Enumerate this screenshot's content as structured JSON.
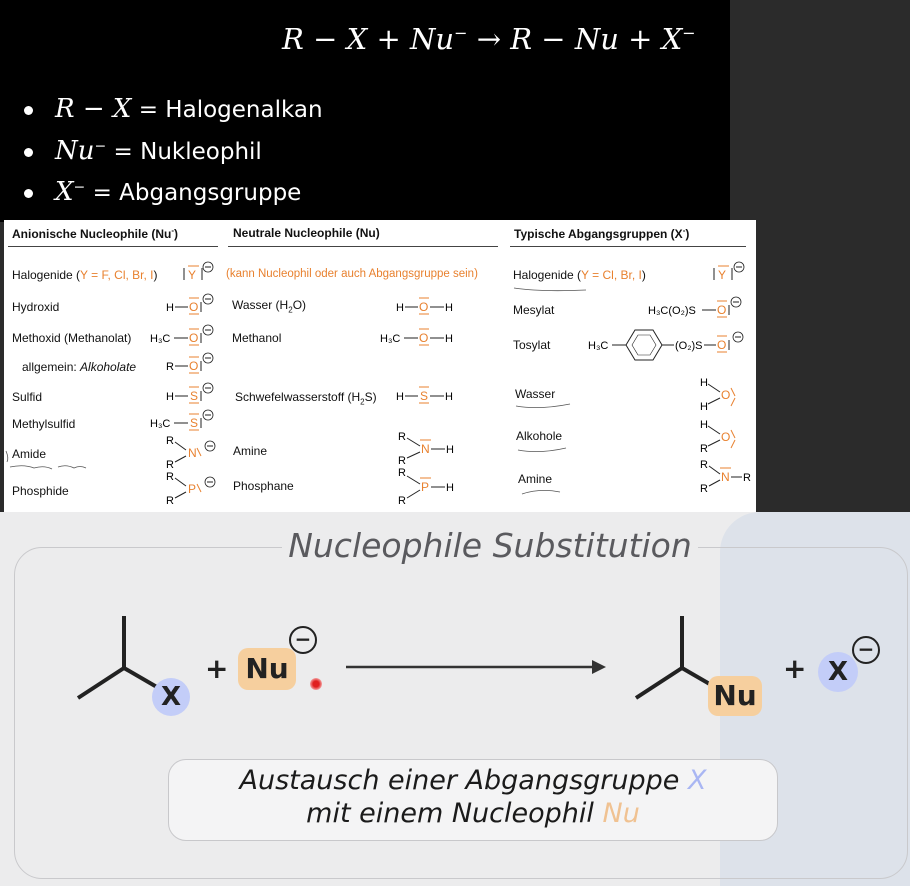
{
  "equation": {
    "lhs_r": "R",
    "minus1": "−",
    "lhs_x": "X",
    "plus1": "+",
    "nu": "Nu",
    "nu_sup": "−",
    "arrow": "→",
    "rhs_r": "R",
    "minus2": "−",
    "rhs_nu": "Nu",
    "plus2": "+",
    "rhs_x": "X",
    "rhs_x_sup": "−"
  },
  "bullets": [
    {
      "symbol": "R − X",
      "sup": "",
      "text": "= Halogenalkan"
    },
    {
      "symbol": "Nu",
      "sup": "−",
      "text": "= Nukleophil"
    },
    {
      "symbol": "X",
      "sup": "−",
      "text": "= Abgangsgruppe"
    }
  ],
  "table": {
    "col1": {
      "header": "Anionische Nucleophile (Nu",
      "header_sup": "-",
      "header_end": ")",
      "rows": [
        {
          "label": "Halogenide (",
          "orange": "Y = F, Cl, Br, I",
          "end": ")"
        },
        {
          "label": "Hydroxid"
        },
        {
          "label": "Methoxid (Methanolat)"
        },
        {
          "label": "allgemein: ",
          "italic": "Alkoholate"
        },
        {
          "label": "Sulfid"
        },
        {
          "label": "Methylsulfid"
        },
        {
          "label": "Amide"
        },
        {
          "label": "Phosphide"
        }
      ],
      "structs": [
        "Y",
        "H—O",
        "H₃C—O",
        "R—O",
        "H—S",
        "H₃C—S",
        "R₂N",
        "R₂P"
      ]
    },
    "col2": {
      "header": "Neutrale Nucleophile (Nu)",
      "note": "(kann Nucleophil oder auch Abgangsgruppe sein)",
      "rows": [
        {
          "label": "Wasser (H",
          "sub": "2",
          "end": "O)"
        },
        {
          "label": "Methanol"
        },
        {
          "label": "Schwefelwasserstoff (H",
          "sub": "2",
          "end": "S)"
        },
        {
          "label": "Amine"
        },
        {
          "label": "Phosphane"
        }
      ],
      "structs": [
        "H—O—H",
        "H₃C—O—H",
        "H—S—H",
        "R₂N—H",
        "R₂P—H"
      ]
    },
    "col3": {
      "header": "Typische Abgangsgruppen (X",
      "header_sup": "-",
      "header_end": ")",
      "rows": [
        {
          "label": "Halogenide (",
          "orange": "Y = Cl, Br, I",
          "end": ")"
        },
        {
          "label": "Mesylat"
        },
        {
          "label": "Tosylat"
        },
        {
          "label": "Wasser"
        },
        {
          "label": "Alkohole"
        },
        {
          "label": "Amine"
        }
      ],
      "structs": [
        "Y",
        "H₃C(O₂)S—O",
        "H₃C—C₆H₄—(O₂)S—O",
        "H₂O",
        "RHO",
        "R₃N"
      ]
    },
    "atoms": {
      "y": "Y",
      "o": "O",
      "s": "S",
      "n": "N",
      "p": "P",
      "h": "H",
      "r": "R",
      "h3c": "H₃C",
      "mesyl": "H₃C(O₂)S",
      "tosyl": "(O₂)S",
      "minus": "⊖"
    }
  },
  "scheme": {
    "title": "Nucleophile Substitution",
    "x_label": "X",
    "nu_label": "Nu",
    "plus": "+",
    "charge": "−",
    "caption_line1_a": "Austausch einer Abgangsgruppe ",
    "caption_line1_b": "X",
    "caption_line2_a": "mit einem Nucleophil ",
    "caption_line2_b": "Nu"
  },
  "colors": {
    "accent_orange": "#e8812f",
    "nu_badge": "#f6cf9e",
    "x_badge": "#c3cdf8",
    "caption_x": "#a9b6f3",
    "caption_nu": "#f0c292",
    "panel_blue": "#dde2ea"
  }
}
